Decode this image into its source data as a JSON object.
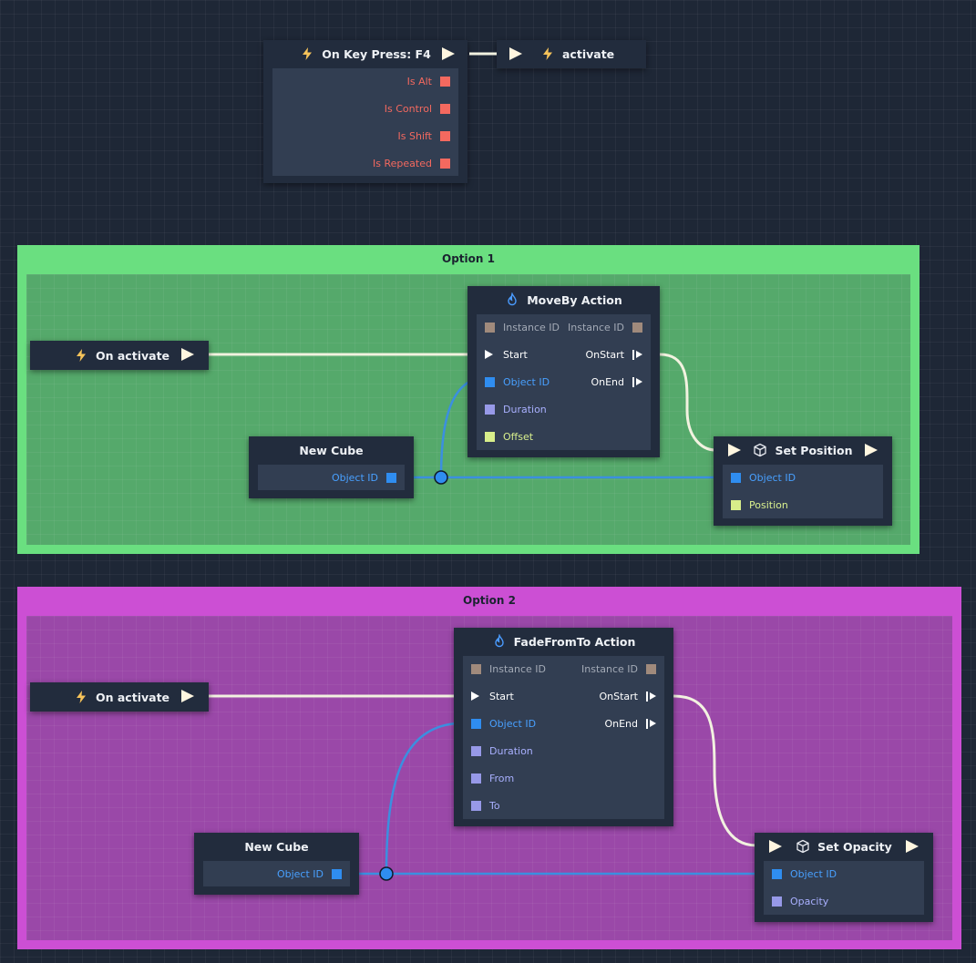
{
  "colors": {
    "canvas_bg": "#1e2736",
    "node_bg": "#222c3d",
    "node_body_bg": "#323e52",
    "option1_frame": "#6adf80",
    "option1_fill": "#55a96b",
    "option2_frame": "#cc4fd4",
    "option2_fill": "#9a48a8",
    "pin_red": "#f4695f",
    "pin_instance": "#a08a7c",
    "pin_object": "#2f8df0",
    "pin_float": "#9799e8",
    "pin_vector": "#d8ee8a",
    "wire_exec": "#f2f2e0",
    "wire_object": "#3b8fe0"
  },
  "icons": {
    "event": "lightning-bolt-icon",
    "action": "flame-icon",
    "object": "cube-icon",
    "exec_in": "play-triangle-icon",
    "exec_out": "step-arrow-icon"
  },
  "key_press_node": {
    "title": "On Key Press: F4",
    "outputs": [
      "Is Alt",
      "Is Control",
      "Is Shift",
      "Is Repeated"
    ]
  },
  "activate_node": {
    "title": "activate"
  },
  "groups": {
    "option1": {
      "title": "Option 1",
      "on_activate": "On activate",
      "action": {
        "title": "MoveBy Action",
        "instance_in": "Instance ID",
        "instance_out": "Instance ID",
        "start": "Start",
        "on_start": "OnStart",
        "on_end": "OnEnd",
        "object_id": "Object ID",
        "duration": "Duration",
        "extra": [
          "Offset"
        ]
      },
      "new_cube": {
        "title": "New Cube",
        "object_id": "Object ID"
      },
      "setter": {
        "title": "Set Position",
        "object_id": "Object ID",
        "value": "Position"
      }
    },
    "option2": {
      "title": "Option 2",
      "on_activate": "On activate",
      "action": {
        "title": "FadeFromTo Action",
        "instance_in": "Instance ID",
        "instance_out": "Instance ID",
        "start": "Start",
        "on_start": "OnStart",
        "on_end": "OnEnd",
        "object_id": "Object ID",
        "duration": "Duration",
        "extra": [
          "From",
          "To"
        ]
      },
      "new_cube": {
        "title": "New Cube",
        "object_id": "Object ID"
      },
      "setter": {
        "title": "Set Opacity",
        "object_id": "Object ID",
        "value": "Opacity"
      }
    }
  }
}
